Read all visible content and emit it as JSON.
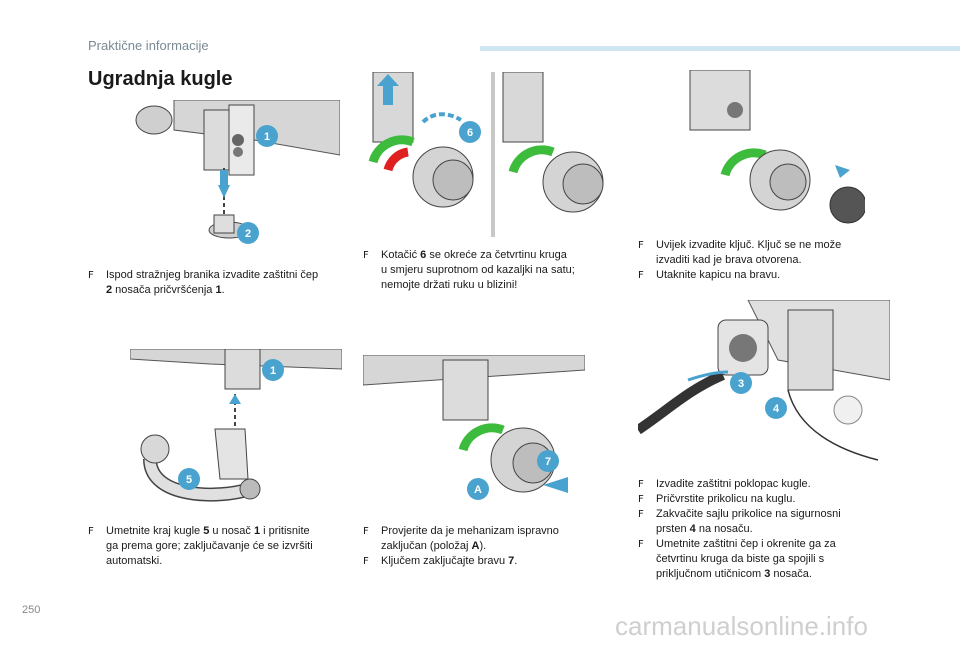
{
  "header": {
    "section": "Praktične informacije"
  },
  "title": "Ugradnja kugle",
  "page_number": "250",
  "watermark": "carmanualsonline.info",
  "steps": {
    "s1": {
      "lines": [
        [
          "Ispod stražnjeg branika izvadite zaštitni čep"
        ],
        [
          "2",
          " nosača pričvršćenja ",
          "1",
          "."
        ]
      ],
      "callouts": [
        "1",
        "2"
      ]
    },
    "s2": {
      "lines": [
        [
          "Umetnite kraj kugle ",
          "5",
          " u nosač ",
          "1",
          " i pritisnite"
        ],
        [
          "ga prema gore; zaključavanje će se izvršiti"
        ],
        [
          "automatski."
        ]
      ],
      "callouts": [
        "1",
        "5"
      ]
    },
    "s3": {
      "lines": [
        [
          "Kotačić ",
          "6",
          " se okreće za četvrtinu kruga"
        ],
        [
          "u smjeru suprotnom od kazaljki na satu;"
        ],
        [
          "nemojte držati ruku u blizini!"
        ]
      ],
      "callouts": [
        "6"
      ]
    },
    "s4": {
      "b1": [
        [
          "Provjerite da je mehanizam ispravno"
        ],
        [
          "zaključan (položaj ",
          "A",
          ")."
        ]
      ],
      "b2": [
        [
          "Ključem zaključajte bravu ",
          "7",
          "."
        ]
      ],
      "callouts": [
        "7",
        "A"
      ]
    },
    "s5": {
      "b1": [
        [
          "Uvijek izvadite ključ. Ključ se ne može"
        ],
        [
          "izvaditi kad je brava otvorena."
        ]
      ],
      "b2": [
        [
          "Utaknite kapicu na bravu."
        ]
      ]
    },
    "s6": {
      "b1": "Izvadite zaštitni poklopac kugle.",
      "b2": "Pričvrstite prikolicu na kuglu.",
      "b3": [
        [
          "Zakvačite sajlu prikolice na sigurnosni"
        ],
        [
          "prsten ",
          "4",
          " na nosaču."
        ]
      ],
      "b4": [
        [
          "Umetnite zaštitni čep i okrenite ga za"
        ],
        [
          "četvrtinu kruga da biste ga spojili s"
        ],
        [
          "priključnom utičnicom ",
          "3",
          " nosača."
        ]
      ],
      "callouts": [
        "3",
        "4"
      ]
    }
  },
  "colors": {
    "callout": "#4aa3cf",
    "green": "#3dbb3d",
    "red": "#e02020",
    "illus_bg": "#e6e6e6"
  }
}
